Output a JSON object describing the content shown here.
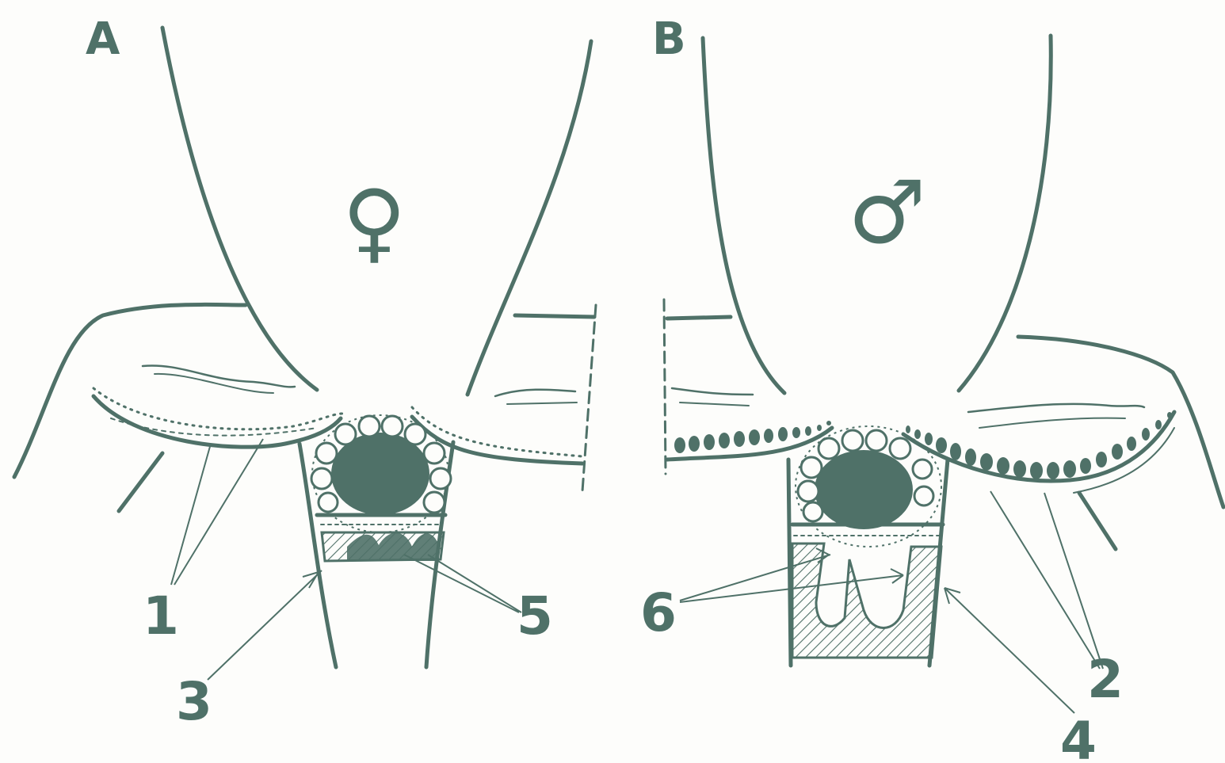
{
  "panels": [
    {
      "letter": "A",
      "symbol": "♀"
    },
    {
      "letter": "B",
      "symbol": "♂"
    }
  ],
  "callouts": [
    "1",
    "2",
    "3",
    "4",
    "5",
    "6"
  ],
  "colors": {
    "ink": "#4f7168",
    "paper": "#fdfdfb"
  }
}
